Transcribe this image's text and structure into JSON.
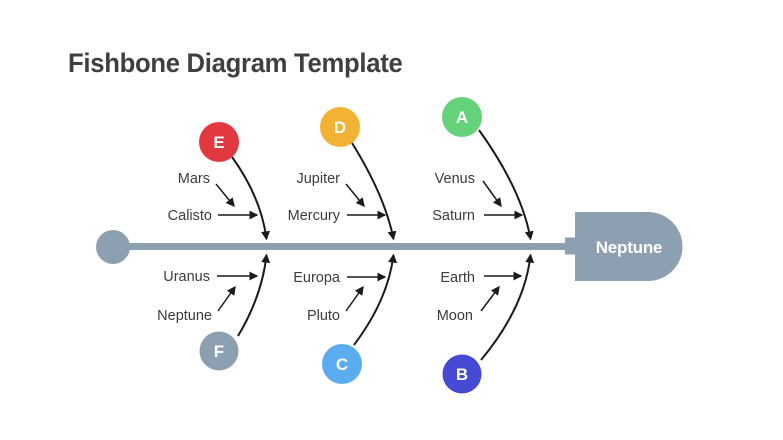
{
  "slide": {
    "title": "Fishbone Diagram Template"
  },
  "colors": {
    "spine": "#8da0b2",
    "bone_stroke": "#1b1b1b",
    "label_text": "#3c3c3c",
    "title_text": "#3f3f3f",
    "head_text": "#ffffff",
    "branch_e": "#e23940",
    "branch_d": "#f2b233",
    "branch_a": "#63d278",
    "branch_f": "#8da0b2",
    "branch_c": "#5badef",
    "branch_b": "#4549d4"
  },
  "head": {
    "label": "Neptune"
  },
  "branches": [
    {
      "letter": "E",
      "color": "#e23940",
      "side": "top",
      "causes": [
        "Mars",
        "Calisto"
      ]
    },
    {
      "letter": "D",
      "color": "#f2b233",
      "side": "top",
      "causes": [
        "Jupiter",
        "Mercury"
      ]
    },
    {
      "letter": "A",
      "color": "#63d278",
      "side": "top",
      "causes": [
        "Venus",
        "Saturn"
      ]
    },
    {
      "letter": "F",
      "color": "#8da0b2",
      "side": "bottom",
      "causes": [
        "Uranus",
        "Neptune"
      ]
    },
    {
      "letter": "C",
      "color": "#5badef",
      "side": "bottom",
      "causes": [
        "Europa",
        "Pluto"
      ]
    },
    {
      "letter": "B",
      "color": "#4549d4",
      "side": "bottom",
      "causes": [
        "Earth",
        "Moon"
      ]
    }
  ]
}
